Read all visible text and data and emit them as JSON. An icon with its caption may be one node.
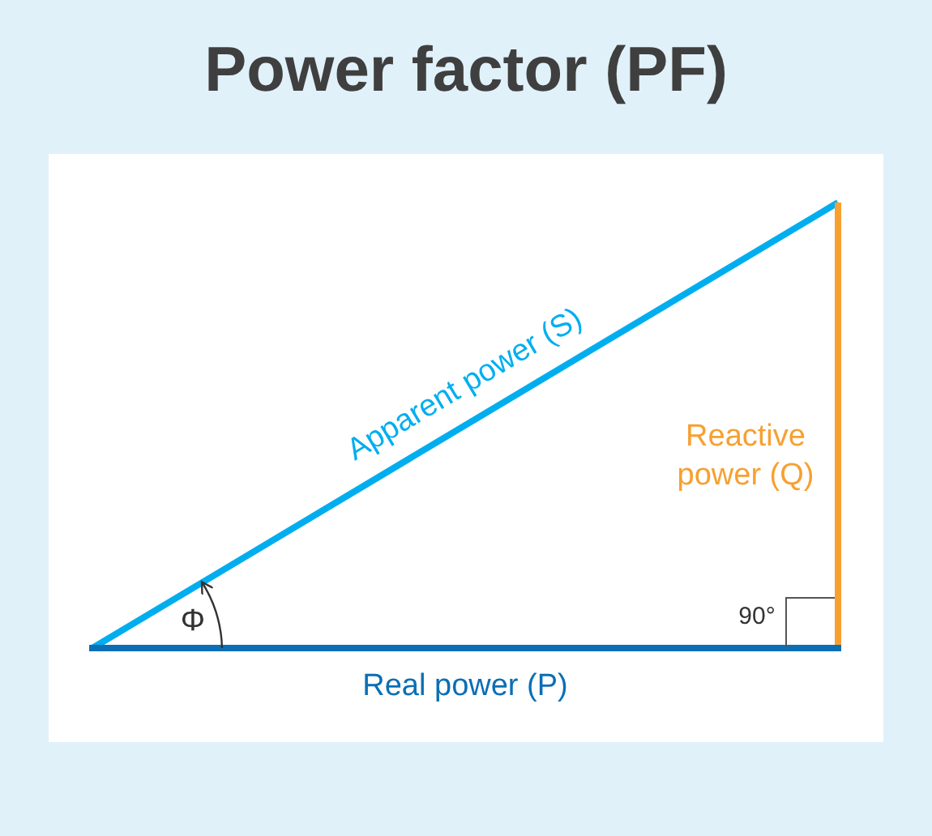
{
  "diagram": {
    "title": "Power factor (PF)",
    "labels": [
      "Apparent power (S)",
      "Reactive power (Q)",
      "Real power (P)",
      "Φ",
      "90°"
    ]
  }
}
